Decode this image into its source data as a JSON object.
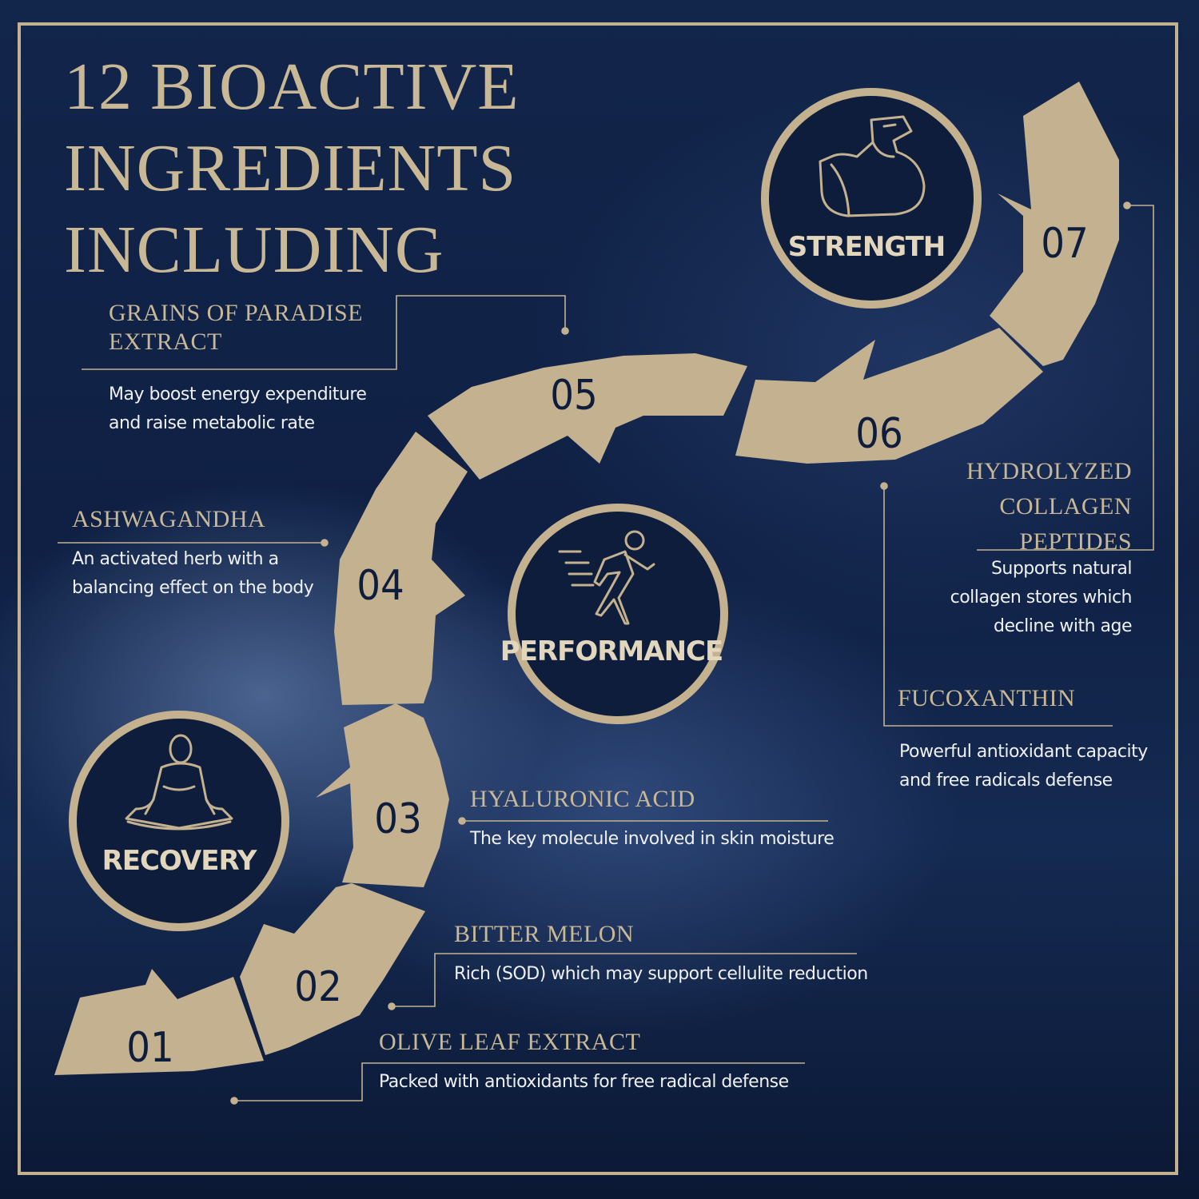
{
  "title": "12 BIOACTIVE\nINGREDIENTS\nINCLUDING",
  "colors": {
    "gold": "#c4b190",
    "navy": "#0e1d3b",
    "text": "#eef0f4"
  },
  "steps": [
    "01",
    "02",
    "03",
    "04",
    "05",
    "06",
    "07"
  ],
  "badges": {
    "recovery": {
      "label": "RECOVERY",
      "icon": "meditation-icon"
    },
    "performance": {
      "label": "PERFORMANCE",
      "icon": "runner-icon"
    },
    "strength": {
      "label": "STRENGTH",
      "icon": "flexed-arm-icon"
    }
  },
  "ingredients": {
    "grains": {
      "name": "GRAINS OF PARADISE\nEXTRACT",
      "desc": "May boost energy expenditure\nand raise metabolic rate"
    },
    "ashwagandha": {
      "name": "ASHWAGANDHA",
      "desc": "An activated herb with a\nbalancing effect on the body"
    },
    "hyaluronic": {
      "name": "HYALURONIC ACID",
      "desc": "The key molecule involved in skin moisture"
    },
    "bitter_melon": {
      "name": "BITTER MELON",
      "desc": "Rich (SOD) which may support cellulite reduction"
    },
    "olive_leaf": {
      "name": "OLIVE LEAF EXTRACT",
      "desc": "Packed with antioxidants for free radical defense"
    },
    "collagen": {
      "name": "HYDROLYZED\nCOLLAGEN\nPEPTIDES",
      "desc": "Supports natural\ncollagen stores which\ndecline with age"
    },
    "fucoxanthin": {
      "name": "FUCOXANTHIN",
      "desc": "Powerful antioxidant capacity\nand free radicals defense"
    }
  }
}
